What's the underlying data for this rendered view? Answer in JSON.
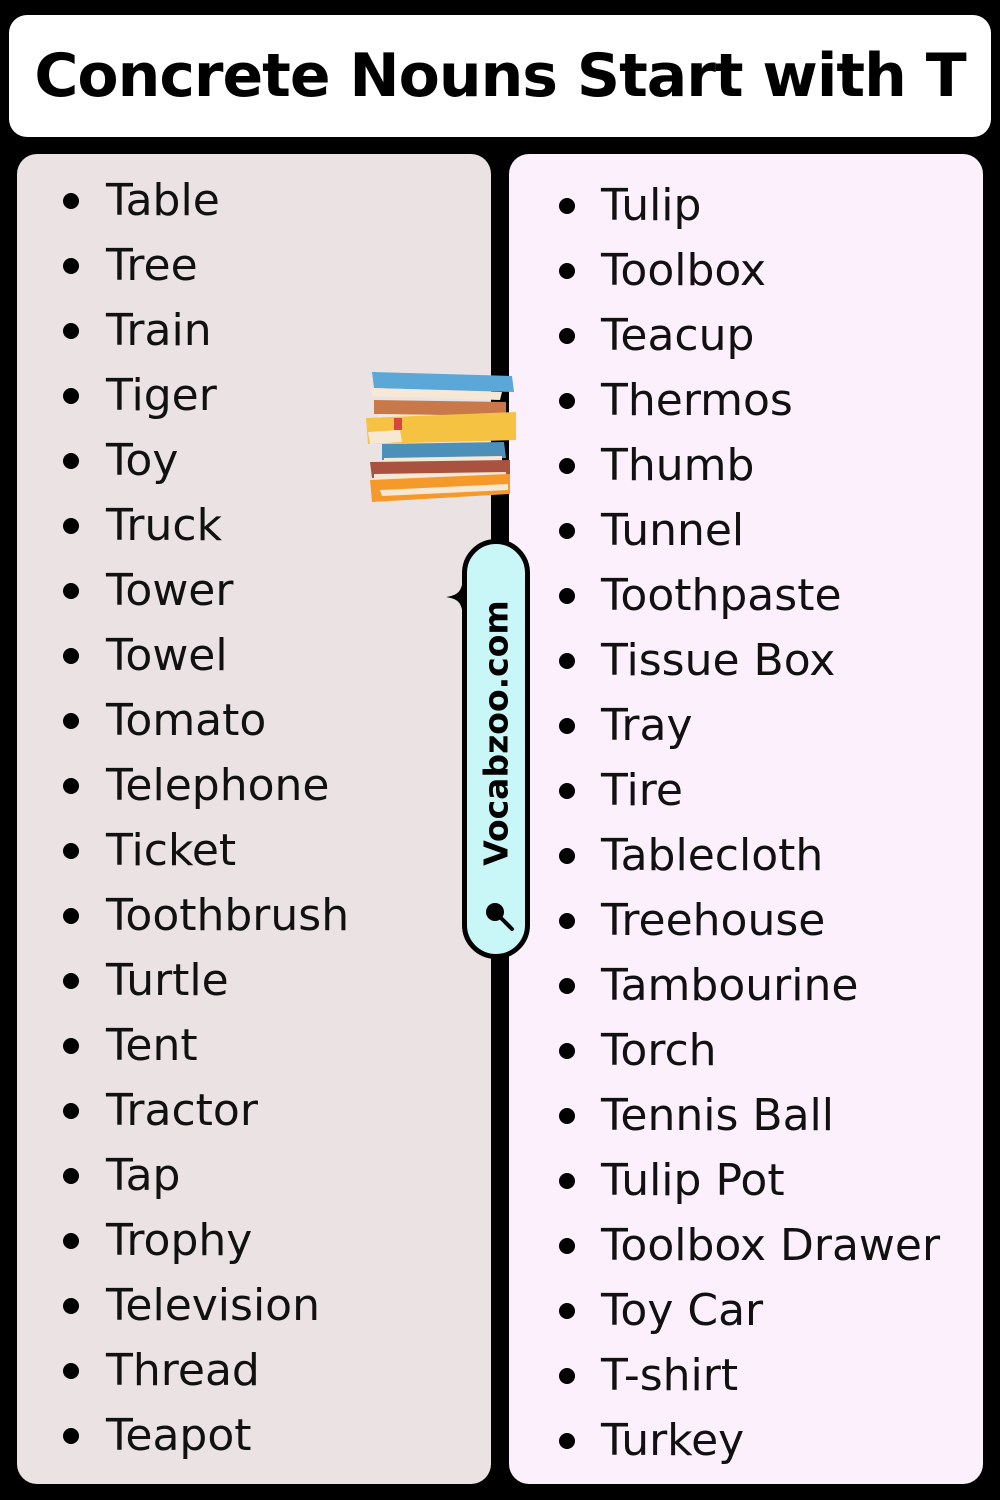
{
  "title": "Concrete Nouns Start with T",
  "watermark": "Vocabzoo.com",
  "colors": {
    "background": "#000000",
    "left_panel": "#ebe3e3",
    "right_panel": "#fbf0fc",
    "badge": "#c9f7f7"
  },
  "icons": [
    "books-icon",
    "sparkle-icon",
    "search-icon"
  ],
  "left_list": [
    "Table",
    "Tree",
    "Train",
    "Tiger",
    "Toy",
    "Truck",
    "Tower",
    "Towel",
    "Tomato",
    "Telephone",
    "Ticket",
    "Toothbrush",
    "Turtle",
    "Tent",
    "Tractor",
    "Tap",
    "Trophy",
    "Television",
    "Thread",
    "Teapot"
  ],
  "right_list": [
    "Tulip",
    "Toolbox",
    "Teacup",
    "Thermos",
    "Thumb",
    "Tunnel",
    "Toothpaste",
    "Tissue Box",
    "Tray",
    "Tire",
    "Tablecloth",
    "Treehouse",
    "Tambourine",
    "Torch",
    "Tennis Ball",
    "Tulip Pot",
    "Toolbox Drawer",
    "Toy Car",
    "T-shirt",
    "Turkey"
  ]
}
